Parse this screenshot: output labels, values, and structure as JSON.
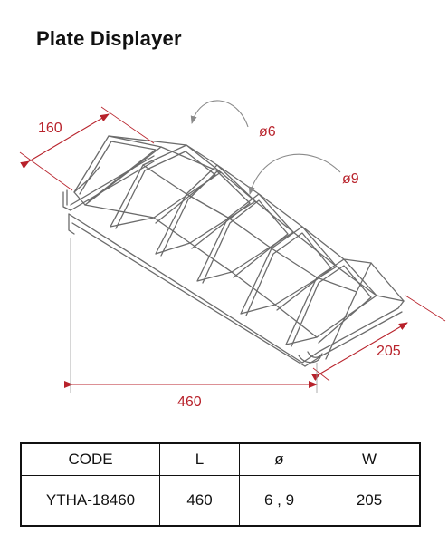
{
  "title": "Plate Displayer",
  "dimensions": {
    "depth": "160",
    "wire_a": "ø6",
    "wire_b": "ø9",
    "width": "205",
    "length": "460"
  },
  "colors": {
    "dimension": "#b8222b",
    "wire": "#6b6b6b",
    "line": "#111111"
  },
  "spec_table": {
    "headers": [
      "CODE",
      "L",
      "ø",
      "W"
    ],
    "row": [
      "YTHA-18460",
      "460",
      "6 , 9",
      "205"
    ]
  }
}
